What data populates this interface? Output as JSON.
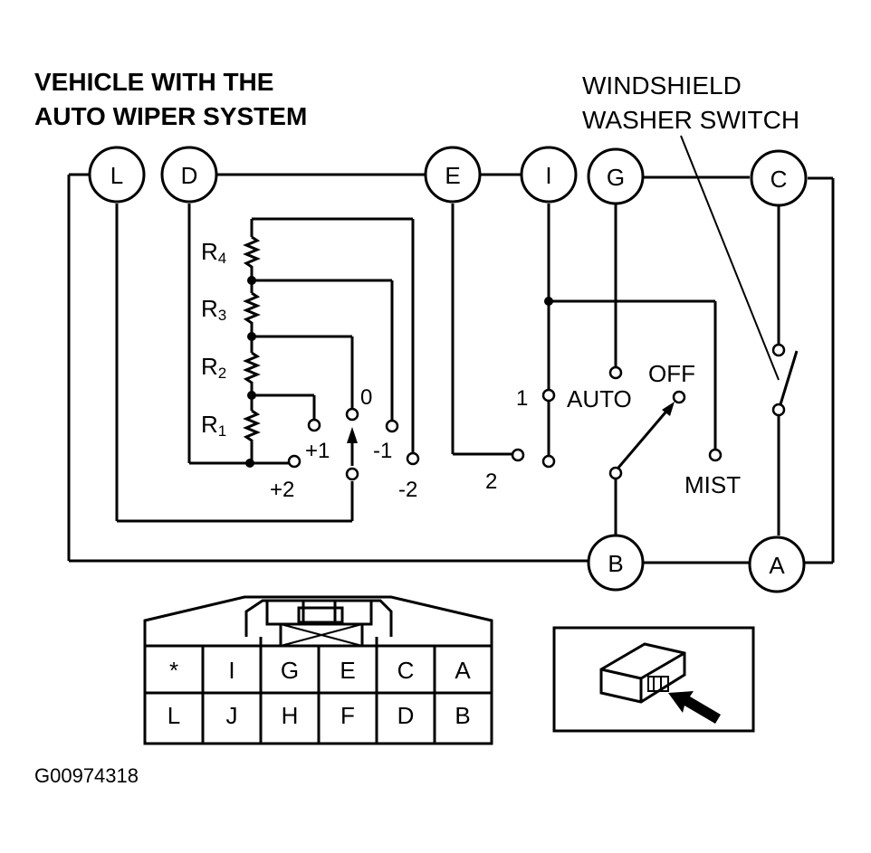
{
  "title_line1": "VEHICLE WITH THE",
  "title_line2": "AUTO WIPER SYSTEM",
  "switch_label_line1": "WINDSHIELD",
  "switch_label_line2": "WASHER SWITCH",
  "terminals": {
    "L": "L",
    "D": "D",
    "E": "E",
    "I": "I",
    "G": "G",
    "C": "C",
    "B": "B",
    "A": "A"
  },
  "resistors": {
    "r4": {
      "main": "R",
      "sub": "4"
    },
    "r3": {
      "main": "R",
      "sub": "3"
    },
    "r2": {
      "main": "R",
      "sub": "2"
    },
    "r1": {
      "main": "R",
      "sub": "1"
    }
  },
  "positions": {
    "zero": "0",
    "plus1": "+1",
    "minus1": "-1",
    "plus2": "+2",
    "minus2": "-2",
    "one": "1",
    "two": "2",
    "auto": "AUTO",
    "off": "OFF",
    "mist": "MIST"
  },
  "connector": {
    "top_row": [
      "*",
      "I",
      "G",
      "E",
      "C",
      "A"
    ],
    "bottom_row": [
      "L",
      "J",
      "H",
      "F",
      "D",
      "B"
    ]
  },
  "figure_id": "G00974318"
}
